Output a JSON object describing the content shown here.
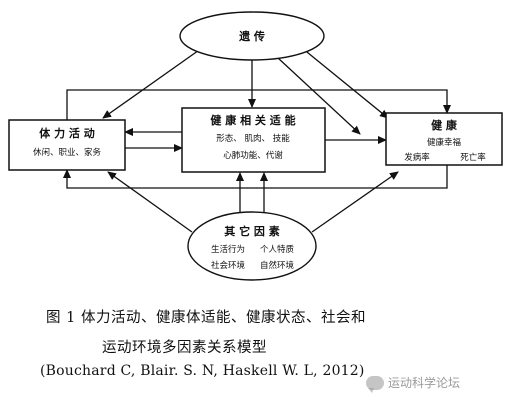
{
  "nodes": {
    "heredity": {
      "title": "遗    传"
    },
    "activity": {
      "title": "体  力  活  动",
      "sub": "休闲、职业、家务"
    },
    "fitness": {
      "title": "健 康 相 关 适 能",
      "sub1": "形态、 肌肉、 技能",
      "sub2": "心肺功能、代谢"
    },
    "health": {
      "title": "健      康",
      "sub1": "健康幸福",
      "sub2a": "发病率",
      "sub2b": "死亡率"
    },
    "other": {
      "title": "其  它  因  素",
      "sub1a": "生活行为",
      "sub1b": "个人特质",
      "sub2a": "社会环境",
      "sub2b": "自然环境"
    }
  },
  "caption": {
    "line1": "图 1    体力活动、健康体适能、健康状态、社会和",
    "line2": "运动环境多因素关系模型",
    "line3": "(Bouchard C, Blair. S. N, Haskell W. L, 2012)"
  },
  "watermark": "运动科学论坛"
}
